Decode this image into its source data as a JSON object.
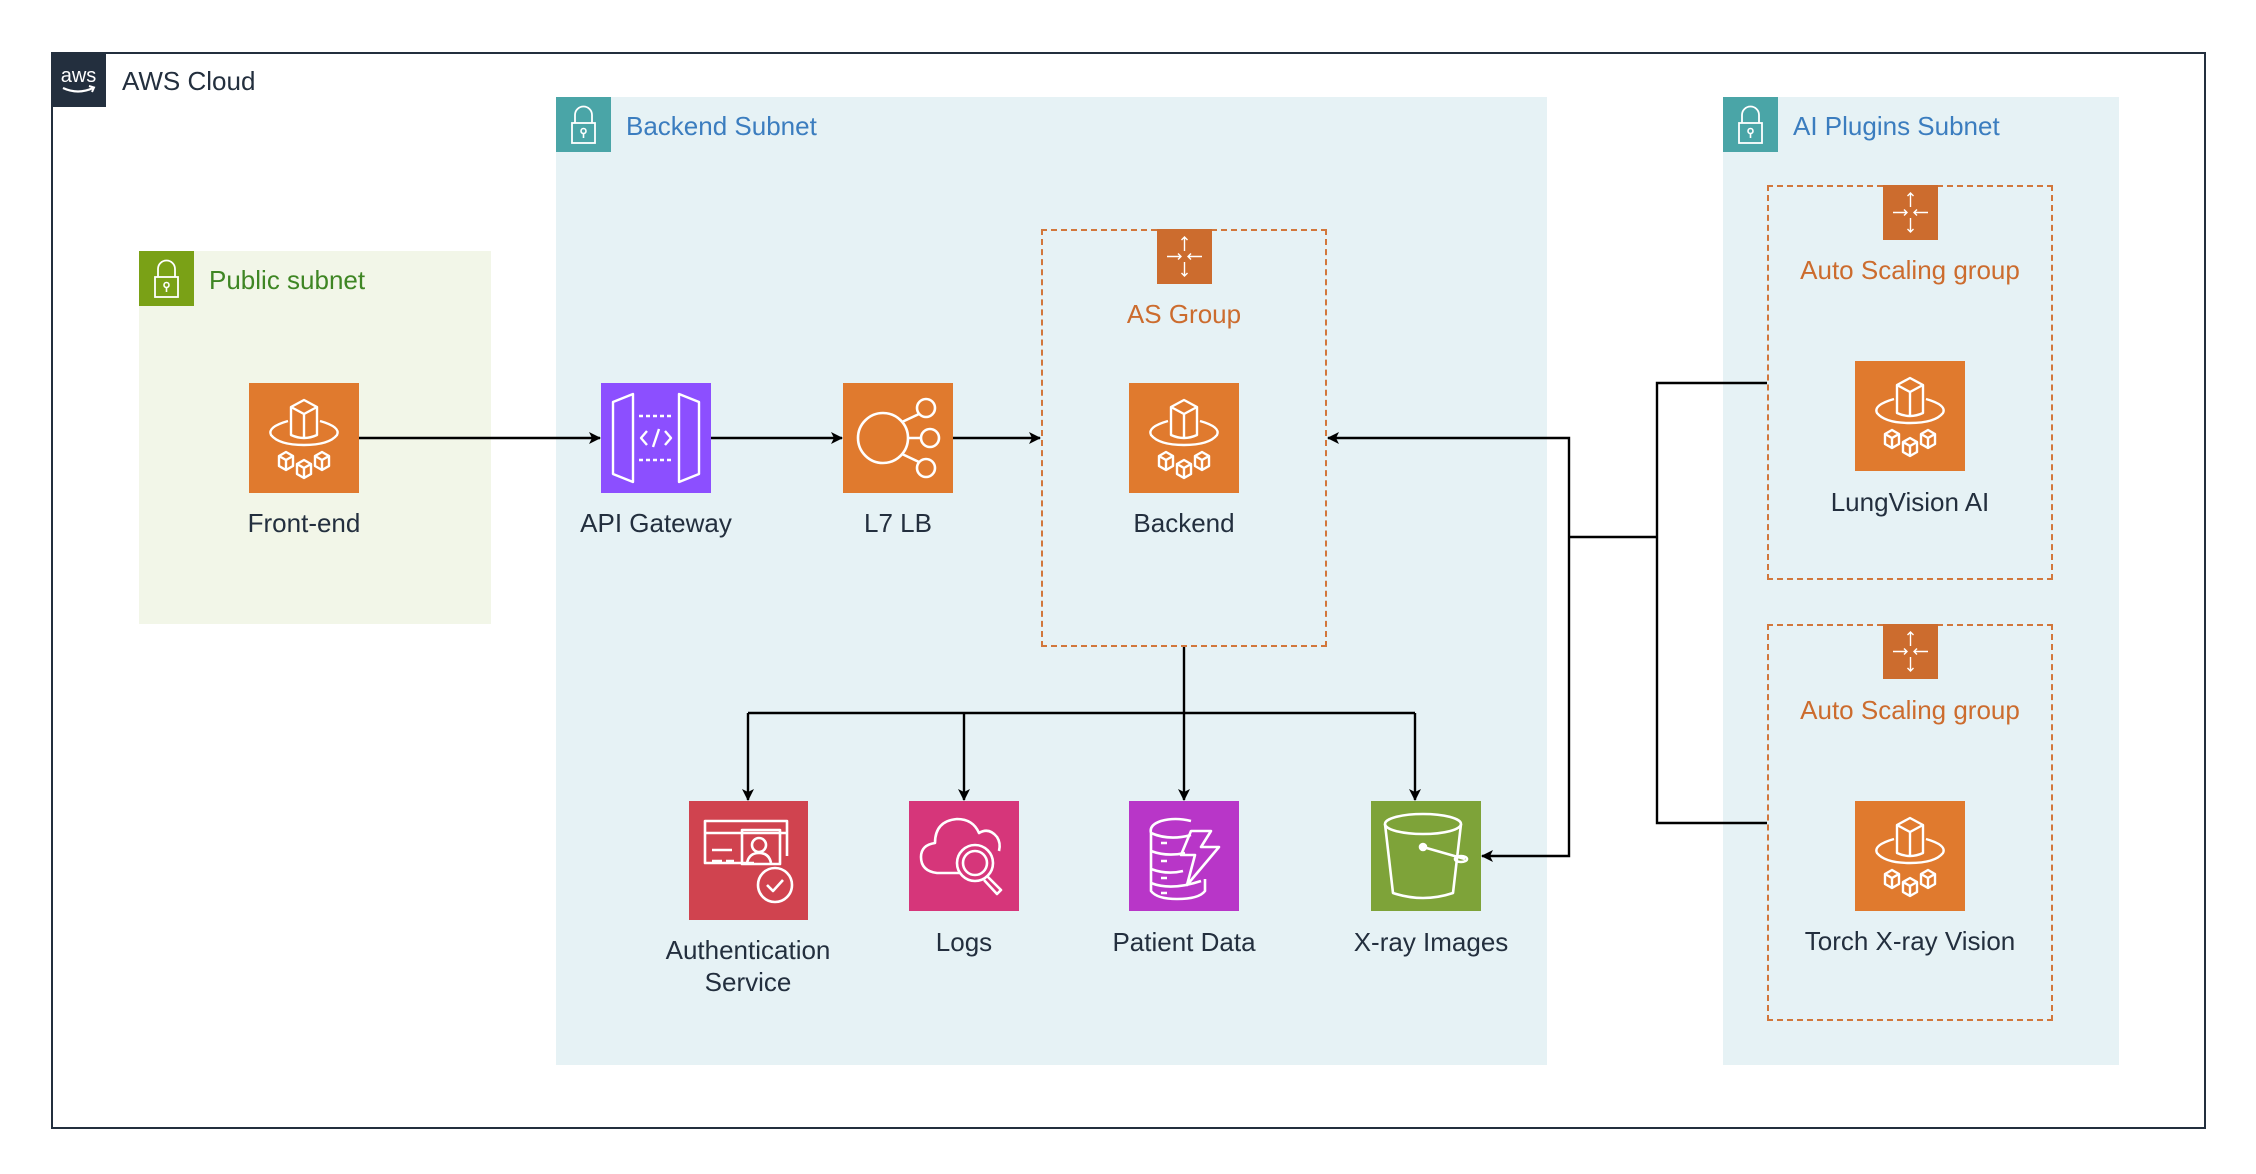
{
  "cloud": {
    "title": "AWS Cloud",
    "logo_icon": "aws-logo-icon",
    "border_color": "#232f3e"
  },
  "subnets": {
    "public": {
      "title": "Public subnet",
      "icon": "lock-icon",
      "color": "#7aa116"
    },
    "backend": {
      "title": "Backend Subnet",
      "icon": "lock-icon",
      "color": "#4aa5a7"
    },
    "ai_plugins": {
      "title": "AI Plugins Subnet",
      "icon": "lock-icon",
      "color": "#4aa5a7"
    }
  },
  "groups": {
    "backend_asg": {
      "label": "AS Group",
      "icon": "auto-scaling-icon"
    },
    "lungvision_asg": {
      "label": "Auto Scaling group",
      "icon": "auto-scaling-icon"
    },
    "torch_asg": {
      "label": "Auto Scaling group",
      "icon": "auto-scaling-icon"
    }
  },
  "services": {
    "frontend": {
      "label": "Front-end",
      "icon": "elastic-container-icon",
      "color": "#e07a2e"
    },
    "api_gateway": {
      "label": "API Gateway",
      "icon": "api-gateway-icon",
      "color": "#8c4fff"
    },
    "l7lb": {
      "label": "L7 LB",
      "icon": "load-balancer-icon",
      "color": "#e07a2e"
    },
    "backend": {
      "label": "Backend",
      "icon": "elastic-container-icon",
      "color": "#e07a2e"
    },
    "auth": {
      "label_line1": "Authentication",
      "label_line2": "Service",
      "icon": "identity-verification-icon",
      "color": "#d0434f"
    },
    "logs": {
      "label": "Logs",
      "icon": "cloud-search-icon",
      "color": "#d6367a"
    },
    "patient_data": {
      "label": "Patient Data",
      "icon": "dynamodb-icon",
      "color": "#b836c8"
    },
    "xray_images": {
      "label": "X-ray Images",
      "icon": "s3-bucket-icon",
      "color": "#7ea339"
    },
    "lungvision": {
      "label": "LungVision AI",
      "icon": "elastic-container-icon",
      "color": "#e07a2e"
    },
    "torch": {
      "label": "Torch X-ray Vision",
      "icon": "elastic-container-icon",
      "color": "#e07a2e"
    }
  },
  "connections": [
    {
      "from": "Front-end",
      "to": "API Gateway"
    },
    {
      "from": "API Gateway",
      "to": "L7 LB"
    },
    {
      "from": "L7 LB",
      "to": "AS Group"
    },
    {
      "from": "AS Group",
      "to": "Authentication Service"
    },
    {
      "from": "AS Group",
      "to": "Logs"
    },
    {
      "from": "AS Group",
      "to": "Patient Data"
    },
    {
      "from": "AS Group",
      "to": "X-ray Images"
    },
    {
      "from": "AI Plugins",
      "to": "AS Group"
    },
    {
      "from": "AI Plugins",
      "to": "X-ray Images"
    }
  ]
}
